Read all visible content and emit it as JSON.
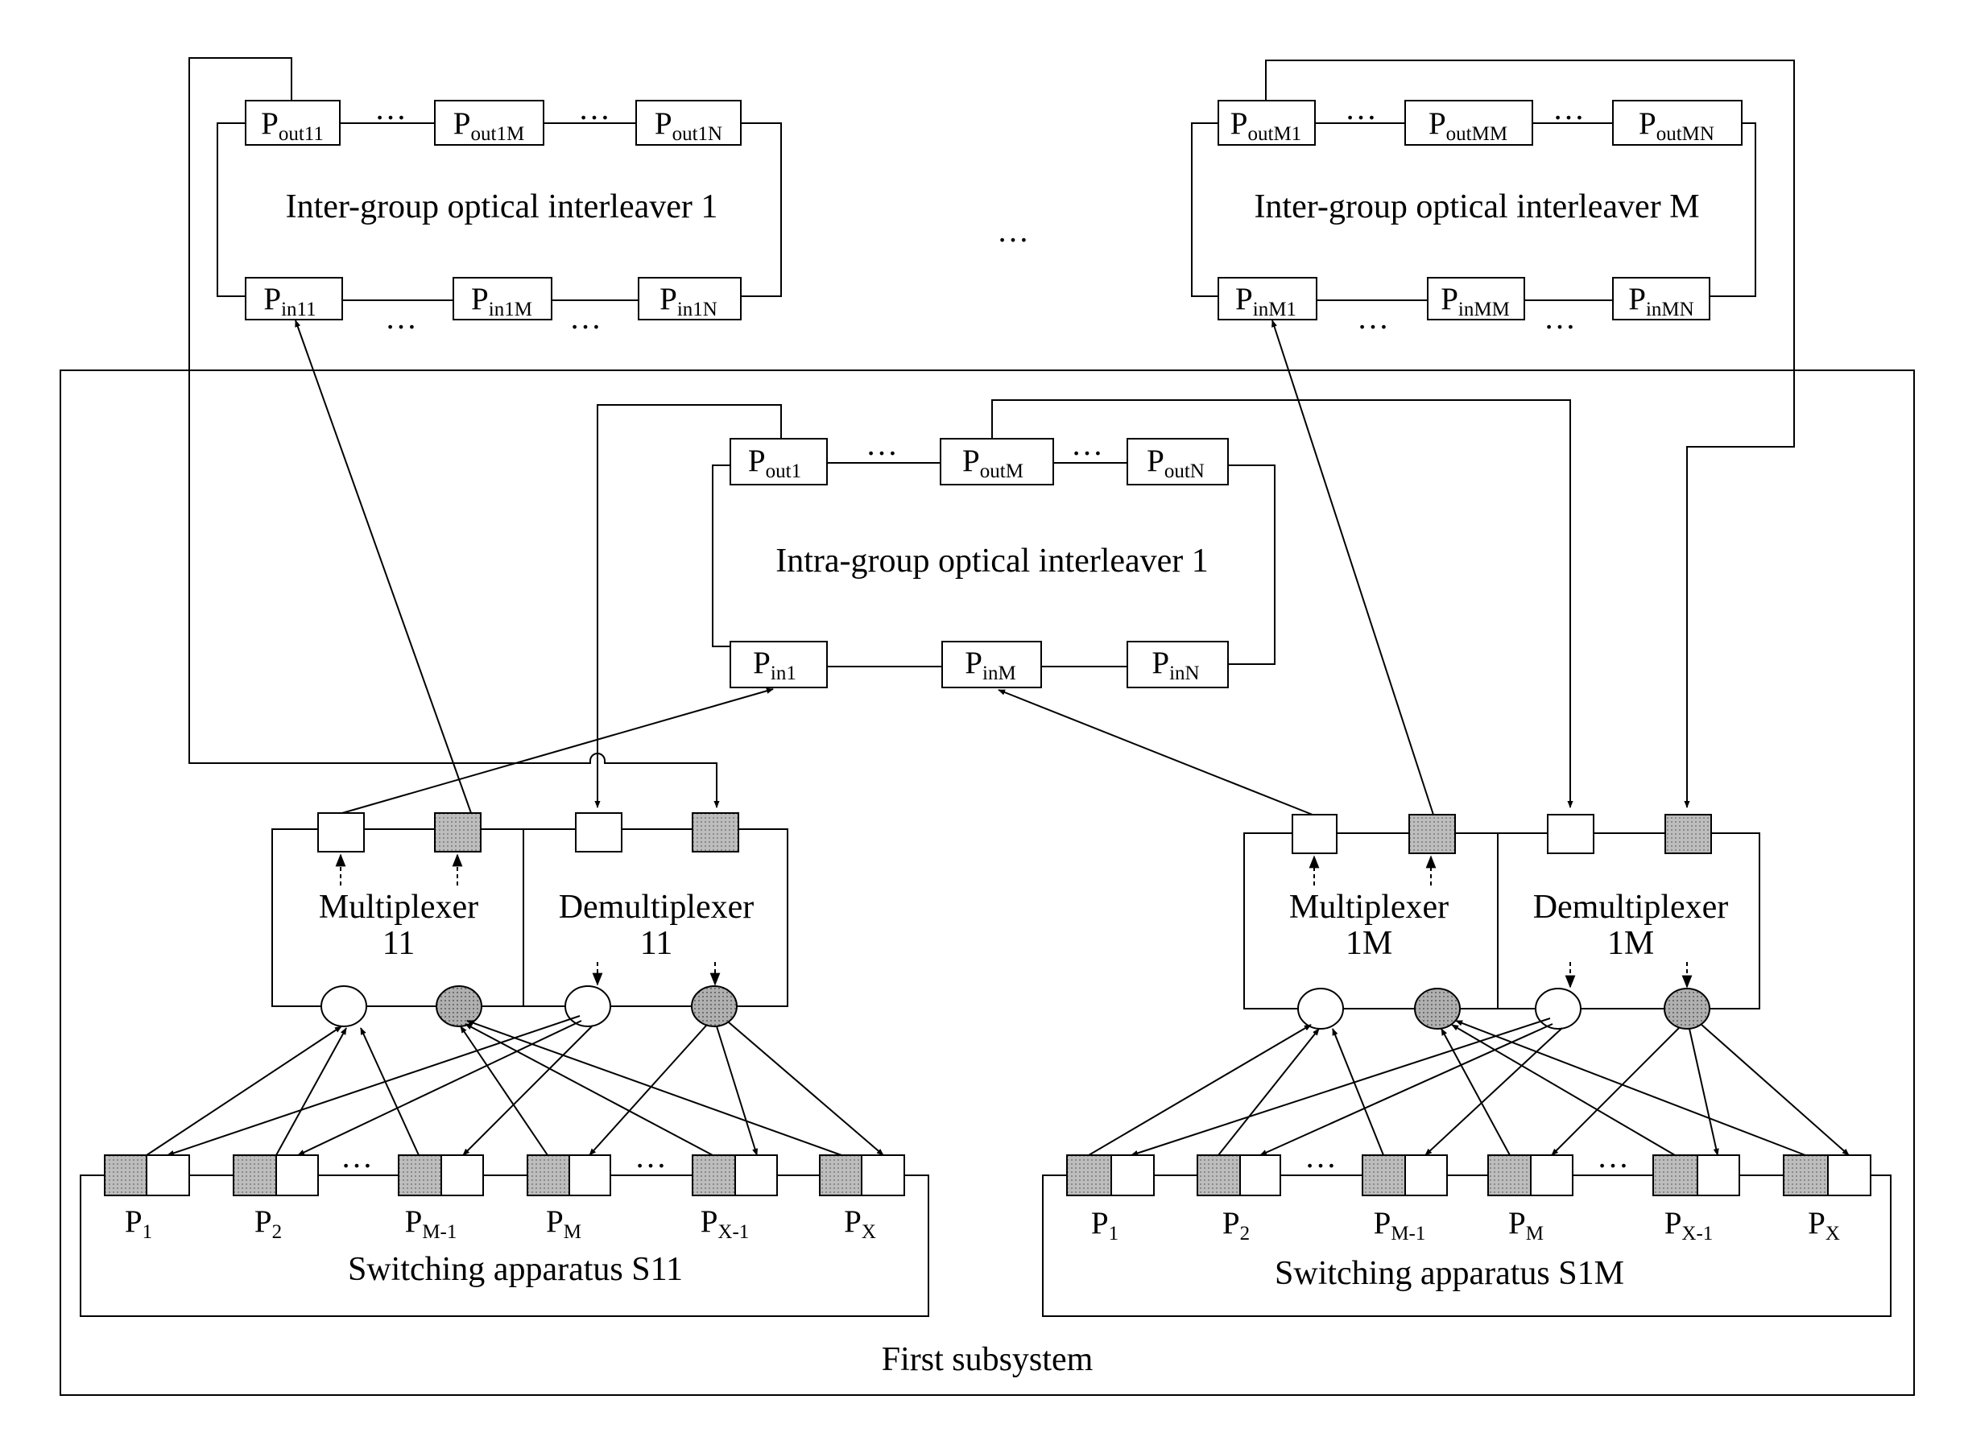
{
  "colors": {
    "ink": "#000000",
    "shaded_fill": "#b9b9b9",
    "background": "#ffffff"
  },
  "labels": {
    "inter_group_1": "Inter-group optical interleaver 1",
    "inter_group_m": "Inter-group optical interleaver M",
    "intra_group_1": "Intra-group optical interleaver 1",
    "first_subsystem": "First subsystem",
    "mux_11_l1": "Multiplexer",
    "mux_11_l2": "11",
    "demux_11_l1": "Demultiplexer",
    "demux_11_l2": "11",
    "mux_1m_l1": "Multiplexer",
    "mux_1m_l2": "1M",
    "demux_1m_l1": "Demultiplexer",
    "demux_1m_l2": "1M",
    "switch_s11": "Switching apparatus S11",
    "switch_s1m": "Switching apparatus S1M",
    "ellipsis": "…",
    "top_center_ellipsis": "…"
  },
  "ports": {
    "inter1_out": [
      {
        "base": "P",
        "sub": "out11"
      },
      {
        "base": "P",
        "sub": "out1M"
      },
      {
        "base": "P",
        "sub": "out1N"
      }
    ],
    "inter1_in": [
      {
        "base": "P",
        "sub": "in11"
      },
      {
        "base": "P",
        "sub": "in1M"
      },
      {
        "base": "P",
        "sub": "in1N"
      }
    ],
    "interM_out": [
      {
        "base": "P",
        "sub": "outM1"
      },
      {
        "base": "P",
        "sub": "outMM"
      },
      {
        "base": "P",
        "sub": "outMN"
      }
    ],
    "interM_in": [
      {
        "base": "P",
        "sub": "inM1"
      },
      {
        "base": "P",
        "sub": "inMM"
      },
      {
        "base": "P",
        "sub": "inMN"
      }
    ],
    "intra_out": [
      {
        "base": "P",
        "sub": "out1"
      },
      {
        "base": "P",
        "sub": "outM"
      },
      {
        "base": "P",
        "sub": "outN"
      }
    ],
    "intra_in": [
      {
        "base": "P",
        "sub": "in1"
      },
      {
        "base": "P",
        "sub": "inM"
      },
      {
        "base": "P",
        "sub": "inN"
      }
    ]
  },
  "switch_ports": [
    {
      "base": "P",
      "sub": "1"
    },
    {
      "base": "P",
      "sub": "2"
    },
    {
      "base": "P",
      "sub": "M-1"
    },
    {
      "base": "P",
      "sub": "M"
    },
    {
      "base": "P",
      "sub": "X-1"
    },
    {
      "base": "P",
      "sub": "X"
    }
  ]
}
